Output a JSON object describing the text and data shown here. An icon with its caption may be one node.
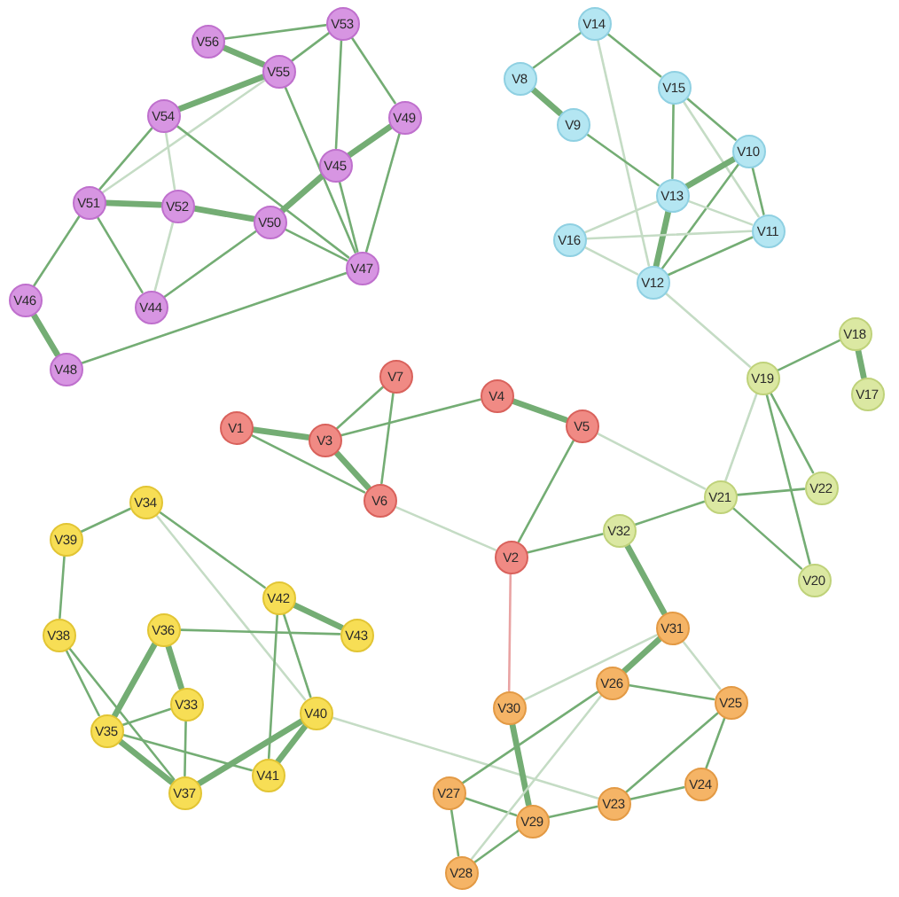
{
  "diagram": {
    "nodes": [
      {
        "text": [
          "V1"
        ]
      },
      {
        "text": [
          "V2"
        ]
      },
      {
        "text": [
          "V3"
        ]
      },
      {
        "text": [
          "V4"
        ]
      },
      {
        "text": [
          "V5"
        ]
      },
      {
        "text": [
          "V6"
        ]
      },
      {
        "text": [
          "V7"
        ]
      },
      {
        "text": [
          "V8"
        ]
      },
      {
        "text": [
          "V9"
        ]
      },
      {
        "text": [
          "V10"
        ]
      },
      {
        "text": [
          "V11"
        ]
      },
      {
        "text": [
          "V12"
        ]
      },
      {
        "text": [
          "V13"
        ]
      },
      {
        "text": [
          "V14"
        ]
      },
      {
        "text": [
          "V15"
        ]
      },
      {
        "text": [
          "V16"
        ]
      },
      {
        "text": [
          "V17"
        ]
      },
      {
        "text": [
          "V18"
        ]
      },
      {
        "text": [
          "V19"
        ]
      },
      {
        "text": [
          "V20"
        ]
      },
      {
        "text": [
          "V21"
        ]
      },
      {
        "text": [
          "V22"
        ]
      },
      {
        "text": [
          "V23"
        ]
      },
      {
        "text": [
          "V24"
        ]
      },
      {
        "text": [
          "V25"
        ]
      },
      {
        "text": [
          "V26"
        ]
      },
      {
        "text": [
          "V27"
        ]
      },
      {
        "text": [
          "V28"
        ]
      },
      {
        "text": [
          "V29"
        ]
      },
      {
        "text": [
          "V30"
        ]
      },
      {
        "text": [
          "V31"
        ]
      },
      {
        "text": [
          "V32"
        ]
      },
      {
        "text": [
          "V33"
        ]
      },
      {
        "text": [
          "V34"
        ]
      },
      {
        "text": [
          "V35"
        ]
      },
      {
        "text": [
          "V36"
        ]
      },
      {
        "text": [
          "V37"
        ]
      },
      {
        "text": [
          "V38"
        ]
      },
      {
        "text": [
          "V39"
        ]
      },
      {
        "text": [
          "V40"
        ]
      },
      {
        "text": [
          "V41"
        ]
      },
      {
        "text": [
          "V42"
        ]
      },
      {
        "text": [
          "V43"
        ]
      },
      {
        "text": [
          "V44"
        ]
      },
      {
        "text": [
          "V45"
        ]
      },
      {
        "text": [
          "V46"
        ]
      },
      {
        "text": [
          "V47"
        ]
      },
      {
        "text": [
          "V48"
        ]
      },
      {
        "text": [
          "V49"
        ]
      },
      {
        "text": [
          "V50"
        ]
      },
      {
        "text": [
          "V51"
        ]
      },
      {
        "text": [
          "V52"
        ]
      },
      {
        "text": [
          "V53"
        ]
      },
      {
        "text": [
          "V54"
        ]
      },
      {
        "text": [
          "V55"
        ]
      },
      {
        "text": [
          "V56"
        ]
      }
    ],
    "edges": [
      {
        "from": 55,
        "to": 54,
        "arrow": "none",
        "style": "thick"
      },
      {
        "from": 55,
        "to": 52,
        "arrow": "none"
      },
      {
        "from": 54,
        "to": 52,
        "arrow": "none"
      },
      {
        "from": 54,
        "to": 53,
        "arrow": "none",
        "style": "thick"
      },
      {
        "from": 52,
        "to": 44,
        "arrow": "none"
      },
      {
        "from": 52,
        "to": 48,
        "arrow": "none"
      },
      {
        "from": 48,
        "to": 44,
        "arrow": "none",
        "style": "thick"
      },
      {
        "from": 48,
        "to": 46,
        "arrow": "none"
      },
      {
        "from": 44,
        "to": 46,
        "arrow": "none"
      },
      {
        "from": 44,
        "to": 49,
        "arrow": "none",
        "style": "thick"
      },
      {
        "from": 54,
        "to": 46,
        "arrow": "none"
      },
      {
        "from": 54,
        "to": 50,
        "arrow": "none",
        "color": "#c5dcc5"
      },
      {
        "from": 53,
        "to": 50,
        "arrow": "none"
      },
      {
        "from": 53,
        "to": 51,
        "arrow": "none",
        "color": "#c5dcc5"
      },
      {
        "from": 53,
        "to": 46,
        "arrow": "none"
      },
      {
        "from": 50,
        "to": 51,
        "arrow": "none",
        "style": "thick"
      },
      {
        "from": 51,
        "to": 49,
        "arrow": "none",
        "style": "thick"
      },
      {
        "from": 49,
        "to": 46,
        "arrow": "none"
      },
      {
        "from": 49,
        "to": 43,
        "arrow": "none"
      },
      {
        "from": 50,
        "to": 43,
        "arrow": "none"
      },
      {
        "from": 51,
        "to": 43,
        "arrow": "none",
        "color": "#c5dcc5"
      },
      {
        "from": 50,
        "to": 45,
        "arrow": "none"
      },
      {
        "from": 45,
        "to": 47,
        "arrow": "none",
        "style": "thick"
      },
      {
        "from": 47,
        "to": 46,
        "arrow": "none"
      },
      {
        "from": 13,
        "to": 7,
        "arrow": "none"
      },
      {
        "from": 13,
        "to": 14,
        "arrow": "none"
      },
      {
        "from": 13,
        "to": 11,
        "arrow": "none",
        "color": "#c5dcc5"
      },
      {
        "from": 7,
        "to": 8,
        "arrow": "none",
        "style": "thick"
      },
      {
        "from": 8,
        "to": 12,
        "arrow": "none"
      },
      {
        "from": 14,
        "to": 9,
        "arrow": "none"
      },
      {
        "from": 14,
        "to": 12,
        "arrow": "none"
      },
      {
        "from": 14,
        "to": 10,
        "arrow": "none",
        "color": "#c5dcc5"
      },
      {
        "from": 9,
        "to": 12,
        "arrow": "none",
        "style": "thick"
      },
      {
        "from": 9,
        "to": 10,
        "arrow": "none"
      },
      {
        "from": 9,
        "to": 11,
        "arrow": "none"
      },
      {
        "from": 12,
        "to": 11,
        "arrow": "none",
        "style": "thick"
      },
      {
        "from": 12,
        "to": 10,
        "arrow": "none",
        "color": "#c5dcc5"
      },
      {
        "from": 12,
        "to": 15,
        "arrow": "none",
        "color": "#c5dcc5"
      },
      {
        "from": 15,
        "to": 11,
        "arrow": "none",
        "color": "#c5dcc5"
      },
      {
        "from": 15,
        "to": 10,
        "arrow": "none",
        "color": "#c5dcc5"
      },
      {
        "from": 10,
        "to": 11,
        "arrow": "none"
      },
      {
        "from": 17,
        "to": 16,
        "arrow": "none",
        "style": "thick"
      },
      {
        "from": 17,
        "to": 18,
        "arrow": "none"
      },
      {
        "from": 18,
        "to": 21,
        "arrow": "none"
      },
      {
        "from": 18,
        "to": 19,
        "arrow": "none"
      },
      {
        "from": 18,
        "to": 20,
        "arrow": "none",
        "color": "#c5dcc5"
      },
      {
        "from": 20,
        "to": 21,
        "arrow": "none"
      },
      {
        "from": 20,
        "to": 19,
        "arrow": "none"
      },
      {
        "from": 20,
        "to": 31,
        "arrow": "none"
      },
      {
        "from": 11,
        "to": 18,
        "arrow": "none",
        "color": "#c5dcc5"
      },
      {
        "from": 4,
        "to": 20,
        "arrow": "none",
        "color": "#c5dcc5"
      },
      {
        "from": 6,
        "to": 2,
        "arrow": "none"
      },
      {
        "from": 6,
        "to": 5,
        "arrow": "none"
      },
      {
        "from": 0,
        "to": 2,
        "arrow": "none",
        "style": "thick"
      },
      {
        "from": 2,
        "to": 5,
        "arrow": "none",
        "style": "thick"
      },
      {
        "from": 2,
        "to": 3,
        "arrow": "none"
      },
      {
        "from": 3,
        "to": 4,
        "arrow": "none",
        "style": "thick"
      },
      {
        "from": 0,
        "to": 5,
        "arrow": "none"
      },
      {
        "from": 5,
        "to": 1,
        "arrow": "none",
        "color": "#c5dcc5"
      },
      {
        "from": 4,
        "to": 1,
        "arrow": "none"
      },
      {
        "from": 1,
        "to": 31,
        "arrow": "none"
      },
      {
        "from": 1,
        "to": 29,
        "arrow": "none",
        "color": "#e9a3a3"
      },
      {
        "from": 33,
        "to": 38,
        "arrow": "none"
      },
      {
        "from": 33,
        "to": 41,
        "arrow": "none"
      },
      {
        "from": 33,
        "to": 39,
        "arrow": "none",
        "color": "#c5dcc5"
      },
      {
        "from": 38,
        "to": 37,
        "arrow": "none"
      },
      {
        "from": 41,
        "to": 42,
        "arrow": "none",
        "style": "thick"
      },
      {
        "from": 41,
        "to": 39,
        "arrow": "none"
      },
      {
        "from": 41,
        "to": 40,
        "arrow": "none"
      },
      {
        "from": 35,
        "to": 42,
        "arrow": "none"
      },
      {
        "from": 35,
        "to": 34,
        "arrow": "none",
        "style": "thick"
      },
      {
        "from": 35,
        "to": 32,
        "arrow": "none",
        "style": "thick"
      },
      {
        "from": 37,
        "to": 34,
        "arrow": "none"
      },
      {
        "from": 37,
        "to": 36,
        "arrow": "none"
      },
      {
        "from": 32,
        "to": 34,
        "arrow": "none"
      },
      {
        "from": 32,
        "to": 36,
        "arrow": "none"
      },
      {
        "from": 34,
        "to": 36,
        "arrow": "none",
        "style": "thick"
      },
      {
        "from": 34,
        "to": 40,
        "arrow": "none"
      },
      {
        "from": 39,
        "to": 36,
        "arrow": "none",
        "style": "thick"
      },
      {
        "from": 39,
        "to": 40,
        "arrow": "none",
        "style": "thick"
      },
      {
        "from": 39,
        "to": 22,
        "arrow": "none",
        "color": "#c5dcc5"
      },
      {
        "from": 31,
        "to": 30,
        "arrow": "none",
        "style": "thick"
      },
      {
        "from": 30,
        "to": 25,
        "arrow": "none",
        "style": "thick"
      },
      {
        "from": 30,
        "to": 24,
        "arrow": "none",
        "color": "#c5dcc5"
      },
      {
        "from": 29,
        "to": 30,
        "arrow": "none",
        "color": "#c5dcc5"
      },
      {
        "from": 25,
        "to": 24,
        "arrow": "none"
      },
      {
        "from": 24,
        "to": 23,
        "arrow": "none"
      },
      {
        "from": 24,
        "to": 22,
        "arrow": "none"
      },
      {
        "from": 23,
        "to": 22,
        "arrow": "none"
      },
      {
        "from": 22,
        "to": 28,
        "arrow": "none"
      },
      {
        "from": 29,
        "to": 28,
        "arrow": "none",
        "style": "thick"
      },
      {
        "from": 28,
        "to": 27,
        "arrow": "none"
      },
      {
        "from": 26,
        "to": 27,
        "arrow": "none"
      },
      {
        "from": 26,
        "to": 28,
        "arrow": "none"
      },
      {
        "from": 26,
        "to": 25,
        "arrow": "none"
      },
      {
        "from": 27,
        "to": 25,
        "arrow": "none",
        "color": "#c5dcc5"
      }
    ]
  }
}
